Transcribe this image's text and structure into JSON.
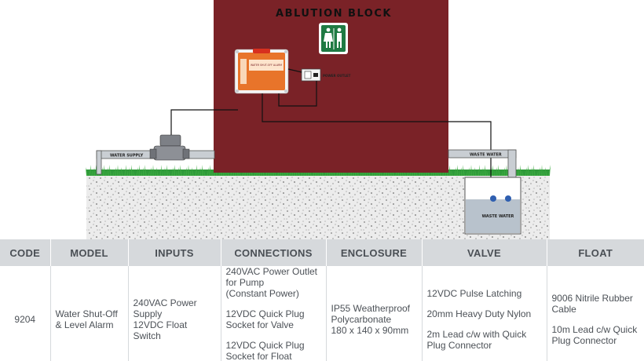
{
  "diagram": {
    "building_label": "ABLUTION BLOCK",
    "alarm_unit_label": "WATER SHUT-OFF ALARM",
    "power_outlet_label": "POWER OUTLET",
    "water_supply_label": "WATER SUPPLY",
    "waste_water_pipe_label": "WASTE WATER",
    "tank_label": "WASTE WATER",
    "colors": {
      "building": "#7a2227",
      "sign_green": "#1f7a43",
      "alarm_orange": "#e8742a",
      "pipe": "#c9ced3",
      "grass": "#2f9a3a",
      "gravel": "#e6e6e6",
      "tank_water": "#b8c2cc"
    }
  },
  "table": {
    "headers": [
      "CODE",
      "MODEL",
      "INPUTS",
      "CONNECTIONS",
      "ENCLOSURE",
      "VALVE",
      "FLOAT"
    ],
    "row": {
      "code": "9204",
      "model": [
        "Water Shut-Off",
        "& Level Alarm"
      ],
      "inputs": [
        "240VAC Power",
        "Supply",
        "12VDC Float Switch"
      ],
      "connections": [
        [
          "240VAC Power Outlet",
          "for Pump",
          "(Constant Power)"
        ],
        [
          "12VDC Quick Plug",
          "Socket for Valve"
        ],
        [
          "12VDC Quick Plug",
          "Socket for Float Switch"
        ]
      ],
      "enclosure": [
        "IP55 Weatherproof",
        "Polycarbonate",
        "180 x 140 x 90mm"
      ],
      "valve": [
        [
          "12VDC Pulse Latching"
        ],
        [
          "20mm Heavy Duty Nylon"
        ],
        [
          "2m Lead c/w with Quick",
          "Plug Connector"
        ]
      ],
      "float": [
        [
          "9006 Nitrile Rubber",
          "Cable"
        ],
        [
          "10m Lead c/w Quick",
          "Plug Connector"
        ]
      ]
    }
  }
}
